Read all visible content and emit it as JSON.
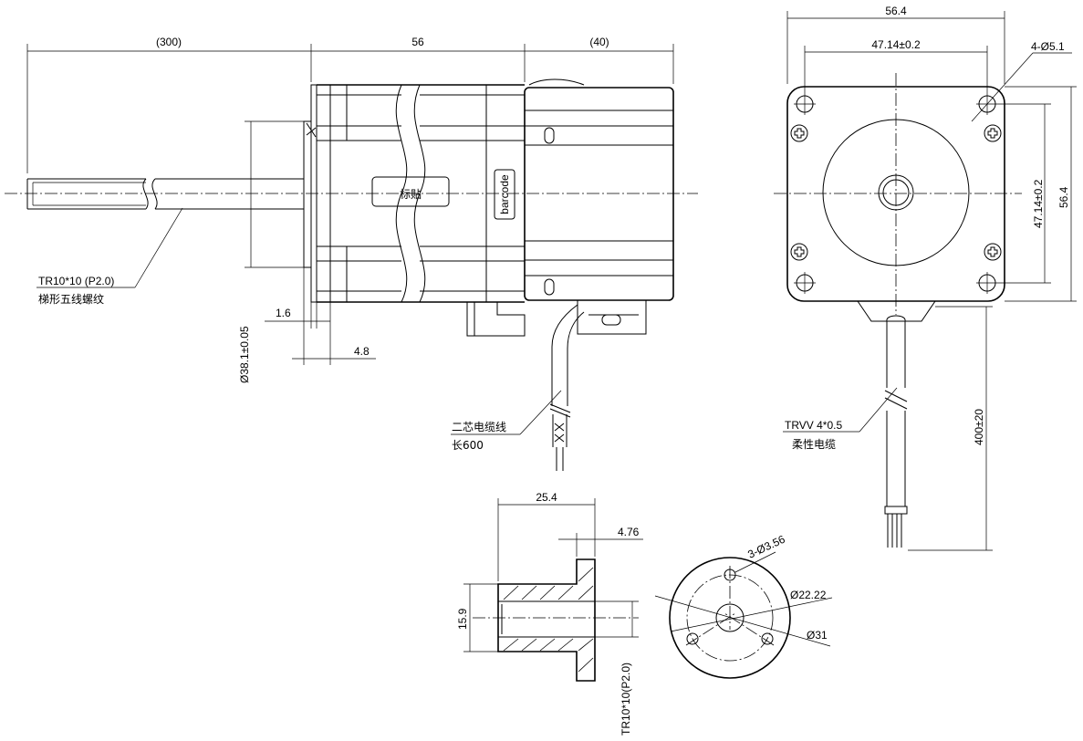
{
  "dims": {
    "shaft_length": "(300)",
    "body_length": "56",
    "encoder_length": "(40)",
    "flange_width": "56.4",
    "hole_spacing_h": "47.14±0.2",
    "hole_spacing_v": "47.14±0.2",
    "flange_height": "56.4",
    "mount_holes": "4-Ø5.1",
    "boss_diameter": "Ø38.1±0.05",
    "flange_thickness": "1.6",
    "flange_offset": "4.8",
    "lead_length": "400±20",
    "nut_length": "25.4",
    "nut_flange_thickness": "4.76",
    "nut_body_diameter": "15.9",
    "nut_holes": "3-Ø3.56",
    "nut_bolt_circle": "Ø22.22",
    "nut_flange_diameter": "Ø31",
    "nut_thread": "TR10*10(P2.0)"
  },
  "labels": {
    "thread_spec": "TR10*10 (P2.0)",
    "thread_desc": "梯形五线螺纹",
    "sticker": "标贴",
    "barcode": "barcode",
    "cable2_title": "二芯电缆线",
    "cable2_len": "长600",
    "cable4_title": "TRVV 4*0.5",
    "cable4_desc": "柔性电缆"
  }
}
